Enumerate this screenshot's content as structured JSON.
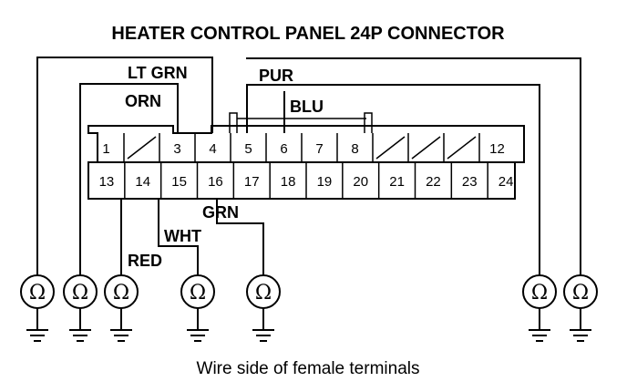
{
  "title": "HEATER CONTROL PANEL 24P CONNECTOR",
  "caption": "Wire side of female terminals",
  "ohm_symbol": "Ω",
  "connector": {
    "top_row": [
      "1",
      "",
      "3",
      "4",
      "5",
      "6",
      "7",
      "8",
      "",
      "",
      "",
      "12"
    ],
    "bottom_row": [
      "13",
      "14",
      "15",
      "16",
      "17",
      "18",
      "19",
      "20",
      "21",
      "22",
      "23",
      "24"
    ]
  },
  "wires": {
    "lt_grn": "LT GRN",
    "orn": "ORN",
    "pur": "PUR",
    "blu": "BLU",
    "grn": "GRN",
    "wht": "WHT",
    "red": "RED"
  }
}
